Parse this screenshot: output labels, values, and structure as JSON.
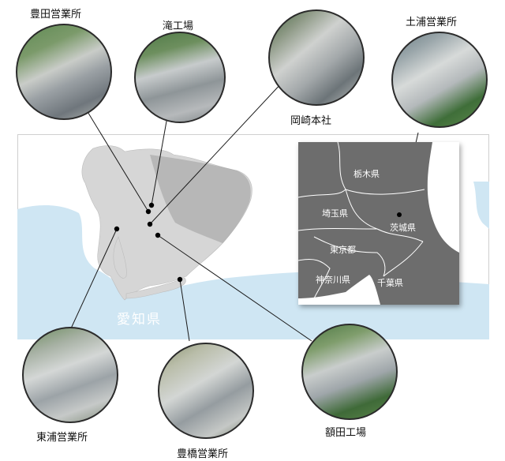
{
  "map": {
    "prefecture_label": "愛知県",
    "sites": [
      {
        "id": "toyota",
        "label": "豊田営業所"
      },
      {
        "id": "taki",
        "label": "滝工場"
      },
      {
        "id": "okazaki",
        "label": "岡崎本社"
      },
      {
        "id": "tsuchiura",
        "label": "土浦営業所"
      },
      {
        "id": "higashiura",
        "label": "東浦営業所"
      },
      {
        "id": "toyohashi",
        "label": "豊橋営業所"
      },
      {
        "id": "nukata",
        "label": "額田工場"
      }
    ]
  },
  "inset": {
    "prefectures": [
      "栃木県",
      "埼玉県",
      "茨城県",
      "東京都",
      "神奈川県",
      "千葉県"
    ]
  },
  "colors": {
    "sea": "#cfe6f3",
    "land": "#d9d9d9",
    "inset_land": "#6d6d6d",
    "line": "#1a1a1a"
  }
}
